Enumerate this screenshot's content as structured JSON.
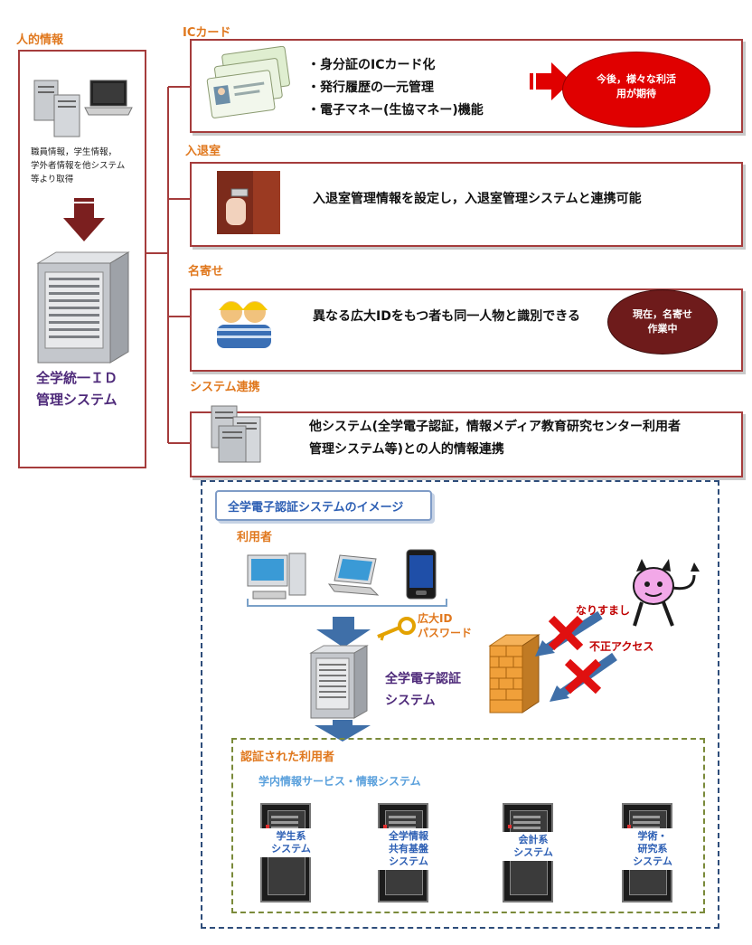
{
  "left_panel": {
    "section_label": "人的情報",
    "source_text_lines": [
      "職員情報，学生情報，",
      "学外者情報を他システム",
      "等より取得"
    ],
    "system_name_lines": [
      "全学統一ＩＤ",
      "管理システム"
    ]
  },
  "ic_card": {
    "section_label": "ICカード",
    "bullets": [
      "・身分証のICカード化",
      "・発行履歴の一元管理",
      "・電子マネー(生協マネー)機能"
    ],
    "callout_lines": [
      "今後，様々な利活",
      "用が期待"
    ]
  },
  "room": {
    "section_label": "入退室",
    "text": "入退室管理情報を設定し，入退室管理システムと連携可能"
  },
  "name_match": {
    "section_label": "名寄せ",
    "text": "異なる広大IDをもつ者も同一人物と識別できる",
    "callout_lines": [
      "現在，名寄せ",
      "作業中"
    ]
  },
  "sys_link": {
    "section_label": "システム連携",
    "text_lines": [
      "他システム(全学電子認証，情報メディア教育研究センター利用者",
      "管理システム等)との人的情報連携"
    ]
  },
  "auth_image": {
    "title": "全学電子認証システムのイメージ",
    "users_label": "利用者",
    "credential_lines": [
      "広大ID",
      "パスワード"
    ],
    "auth_system_lines": [
      "全学電子認証",
      "システム"
    ],
    "spoof_label": "なりすまし",
    "unauth_label": "不正アクセス",
    "authed_label": "認証された利用者",
    "services_label": "学内情報サービス・情報システム",
    "systems": [
      {
        "label": "学生系\nシステム"
      },
      {
        "label": "全学情報\n共有基盤\nシステム"
      },
      {
        "label": "会計系\nシステム"
      },
      {
        "label": "学術・\n研究系\nシステム"
      }
    ]
  },
  "colors": {
    "section_label": "#e0781e",
    "box_border": "#a53c3c",
    "callout_red": "#e00000",
    "callout_dark": "#6e1b1b",
    "dashed_navy": "#2e4d7a",
    "dashed_green": "#7a8a3a",
    "purple_text": "#4e2a7a",
    "blue_text": "#2d5fb4"
  }
}
